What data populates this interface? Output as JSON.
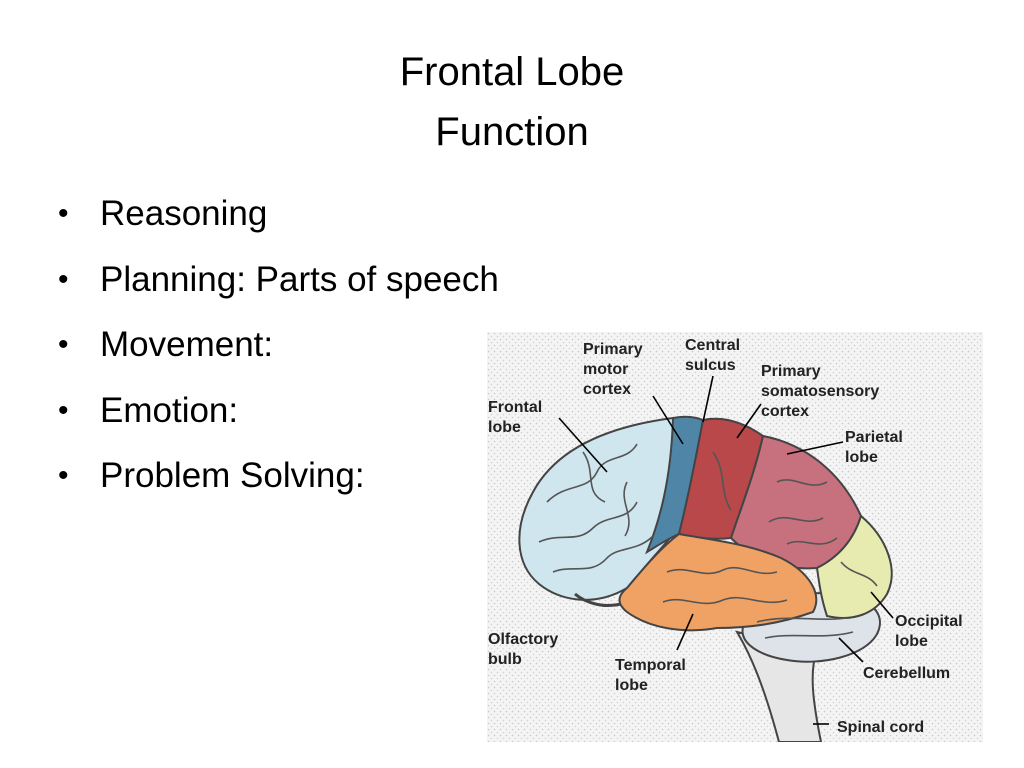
{
  "slide": {
    "title_line1": "Frontal Lobe",
    "title_line2": "Function",
    "bullets": [
      "Reasoning",
      "Planning: Parts of speech",
      "Movement:",
      "Emotion:",
      "Problem Solving:"
    ]
  },
  "diagram": {
    "labels": {
      "primary_motor_cortex": [
        "Primary",
        "motor",
        "cortex"
      ],
      "central_sulcus": [
        "Central",
        "sulcus"
      ],
      "primary_somatosensory_cortex": [
        "Primary",
        "somatosensory",
        "cortex"
      ],
      "frontal_lobe": [
        "Frontal",
        "lobe"
      ],
      "parietal_lobe": [
        "Parietal",
        "lobe"
      ],
      "occipital_lobe": [
        "Occipital",
        "lobe"
      ],
      "olfactory_bulb": [
        "Olfactory",
        "bulb"
      ],
      "temporal_lobe": [
        "Temporal",
        "lobe"
      ],
      "cerebellum": [
        "Cerebellum"
      ],
      "spinal_cord": [
        "Spinal cord"
      ]
    },
    "colors": {
      "frontal": "#cfe6ef",
      "motor": "#4f86a8",
      "somatosensory": "#b8484a",
      "parietal": "#c7707e",
      "temporal": "#f0a264",
      "occipital": "#e8ebb0",
      "cerebellum": "#dde3e8",
      "brainstem": "#e6e6e6"
    }
  }
}
